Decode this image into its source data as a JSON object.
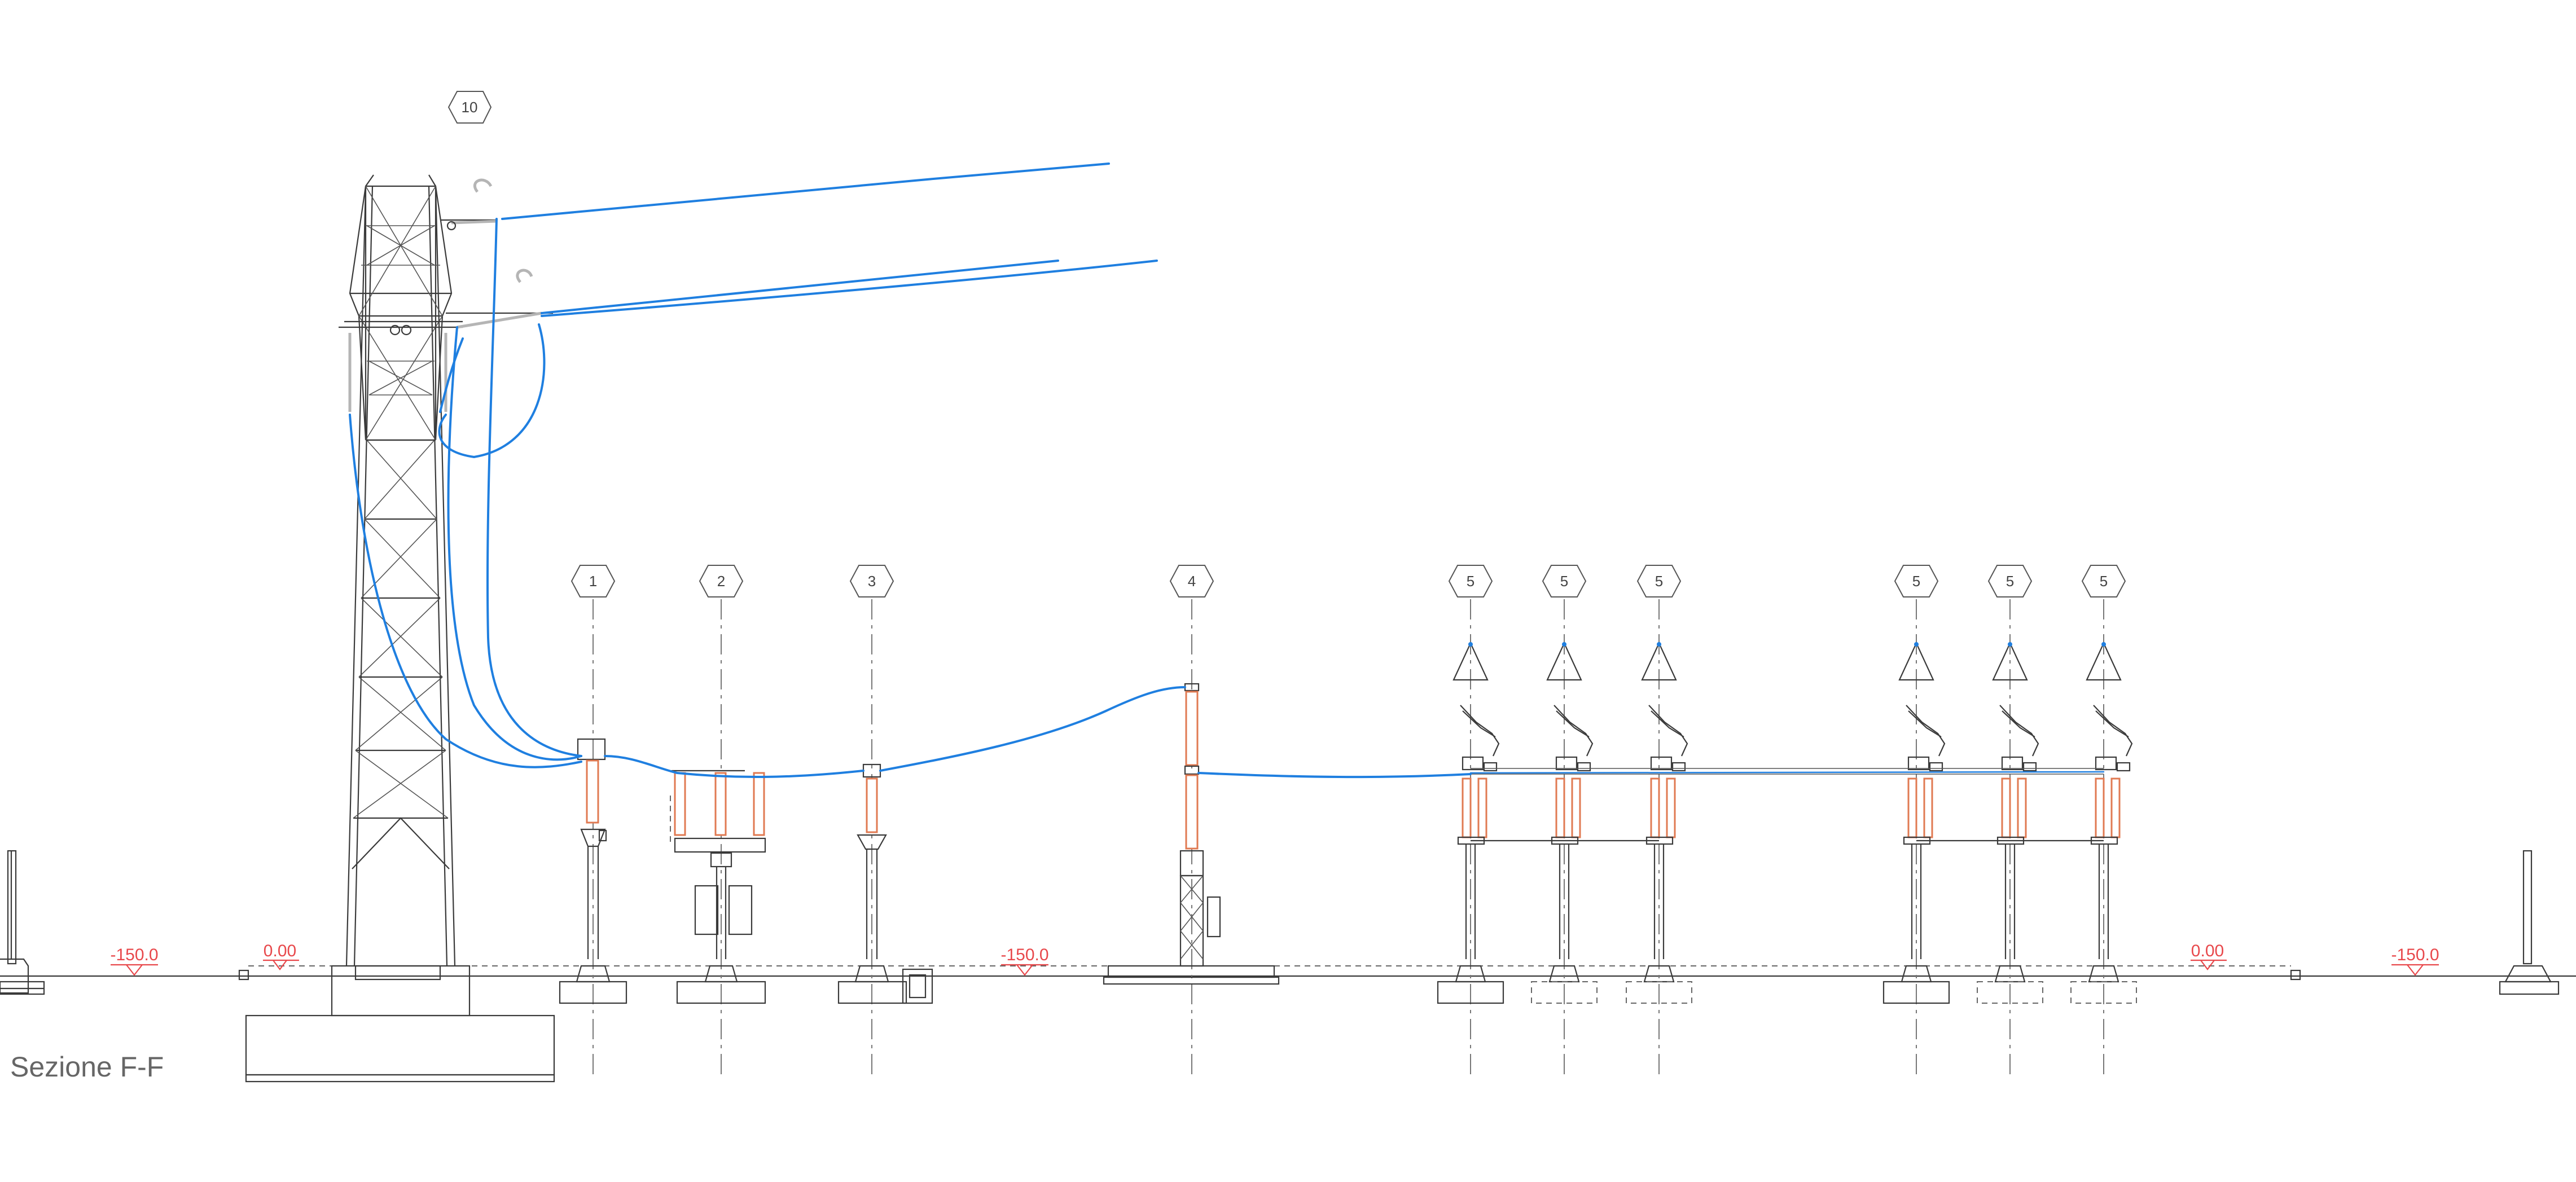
{
  "drawing": {
    "section_title": "Sezione F-F",
    "tags": [
      {
        "id": "t10",
        "label": "10"
      },
      {
        "id": "t1",
        "label": "1"
      },
      {
        "id": "t2",
        "label": "2"
      },
      {
        "id": "t3",
        "label": "3"
      },
      {
        "id": "t4",
        "label": "4"
      },
      {
        "id": "t5a",
        "label": "5"
      },
      {
        "id": "t5b",
        "label": "5"
      },
      {
        "id": "t5c",
        "label": "5"
      },
      {
        "id": "t5d",
        "label": "5"
      },
      {
        "id": "t5e",
        "label": "5"
      },
      {
        "id": "t5f",
        "label": "5"
      }
    ],
    "levels": [
      {
        "id": "l1",
        "label": "-150.0"
      },
      {
        "id": "l2",
        "label": "0.00"
      },
      {
        "id": "l3",
        "label": "-150.0"
      },
      {
        "id": "l4",
        "label": "0.00"
      },
      {
        "id": "l5",
        "label": "-150.0"
      }
    ],
    "colors": {
      "conductor": "#1f7fe0",
      "insulator": "#e07a52",
      "level_marker": "#e8484b",
      "line": "#3a3a3a"
    }
  }
}
